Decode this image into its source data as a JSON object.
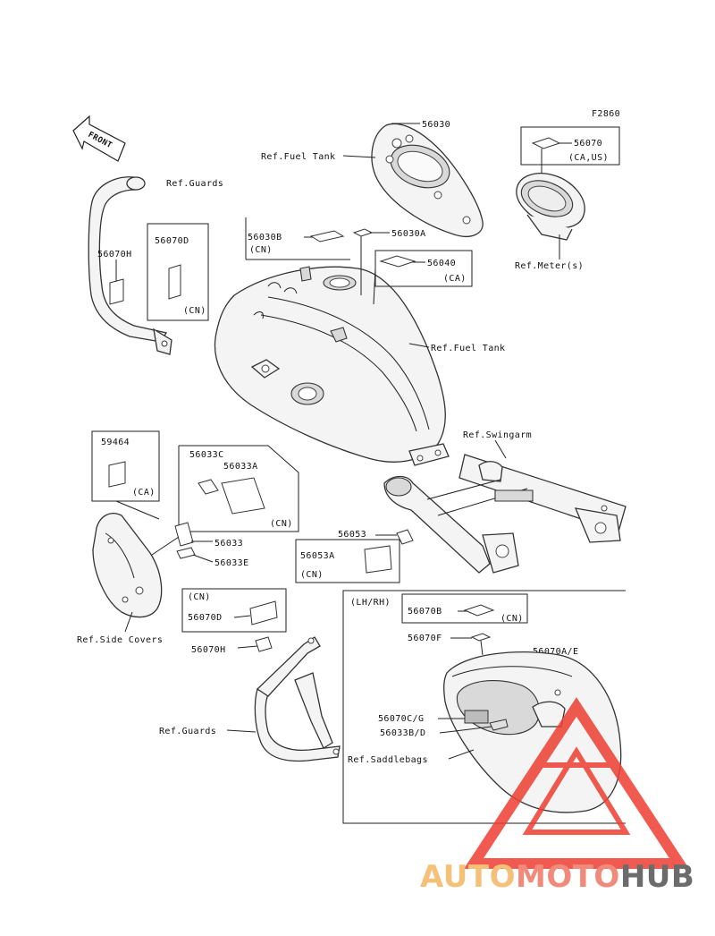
{
  "figure_code": "F2860",
  "front_label": "FRONT",
  "callouts": {
    "p56030": "56030",
    "ref_fuel_tank_top": "Ref.Fuel Tank",
    "p56070": "56070",
    "p56070_region": "(CA,US)",
    "ref_meter": "Ref.Meter(s)",
    "ref_guards_top": "Ref.Guards",
    "p56070H_top": "56070H",
    "p56070D_top": "56070D",
    "cn_56070D_top": "(CN)",
    "p56030B": "56030B",
    "cn_56030B": "(CN)",
    "p56030A": "56030A",
    "p56040": "56040",
    "ca_56040": "(CA)",
    "ref_fuel_tank_main": "Ref.Fuel Tank",
    "ref_swingarm": "Ref.Swingarm",
    "p59464": "59464",
    "ca_59464": "(CA)",
    "p56033C": "56033C",
    "p56033A": "56033A",
    "cn_56033": "(CN)",
    "p56033": "56033",
    "p56033E": "56033E",
    "p56053": "56053",
    "p56053A": "56053A",
    "cn_56053A": "(CN)",
    "ref_side_covers": "Ref.Side Covers",
    "cn_56070D_bottom": "(CN)",
    "p56070D_bottom": "56070D",
    "p56070H_bottom": "56070H",
    "ref_guards_bottom": "Ref.Guards",
    "lhrh": "(LH/RH)",
    "p56070B": "56070B",
    "cn_56070B": "(CN)",
    "p56070F": "56070F",
    "p56070AE": "56070A/E",
    "p56070CG": "56070C/G",
    "p56033BD": "56033B/D",
    "ref_saddlebags": "Ref.Saddlebags"
  },
  "watermark": {
    "part1": "AUTO",
    "part2": "MOTO",
    "part3": "HUB",
    "colors": {
      "auto": "#f5c078",
      "moto": "#f08a7a",
      "hub": "#6b6b6b",
      "triangle": "#ee3e32"
    }
  }
}
